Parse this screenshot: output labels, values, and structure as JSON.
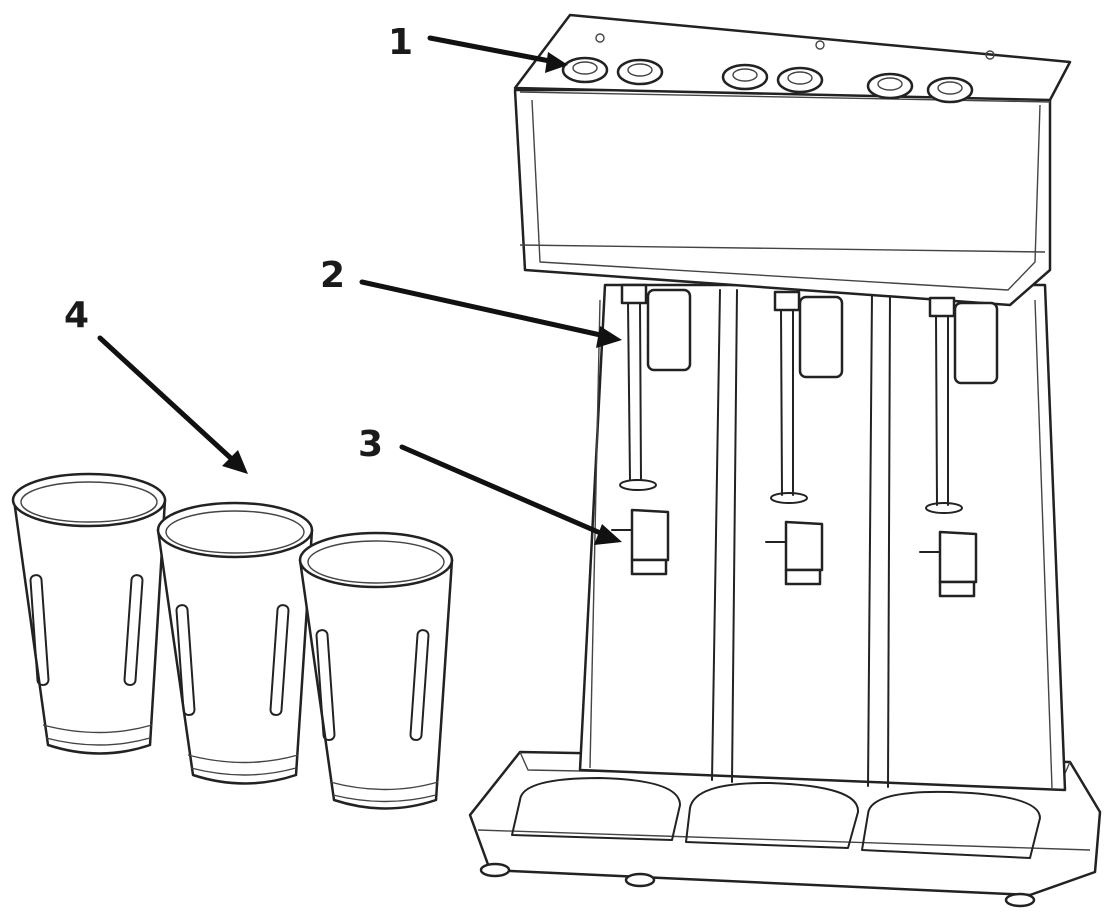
{
  "callouts": [
    {
      "id": "1",
      "text": "1"
    },
    {
      "id": "2",
      "text": "2"
    },
    {
      "id": "3",
      "text": "3"
    },
    {
      "id": "4",
      "text": "4"
    }
  ],
  "parts": {
    "mixer_units": 3,
    "cups": 3
  }
}
